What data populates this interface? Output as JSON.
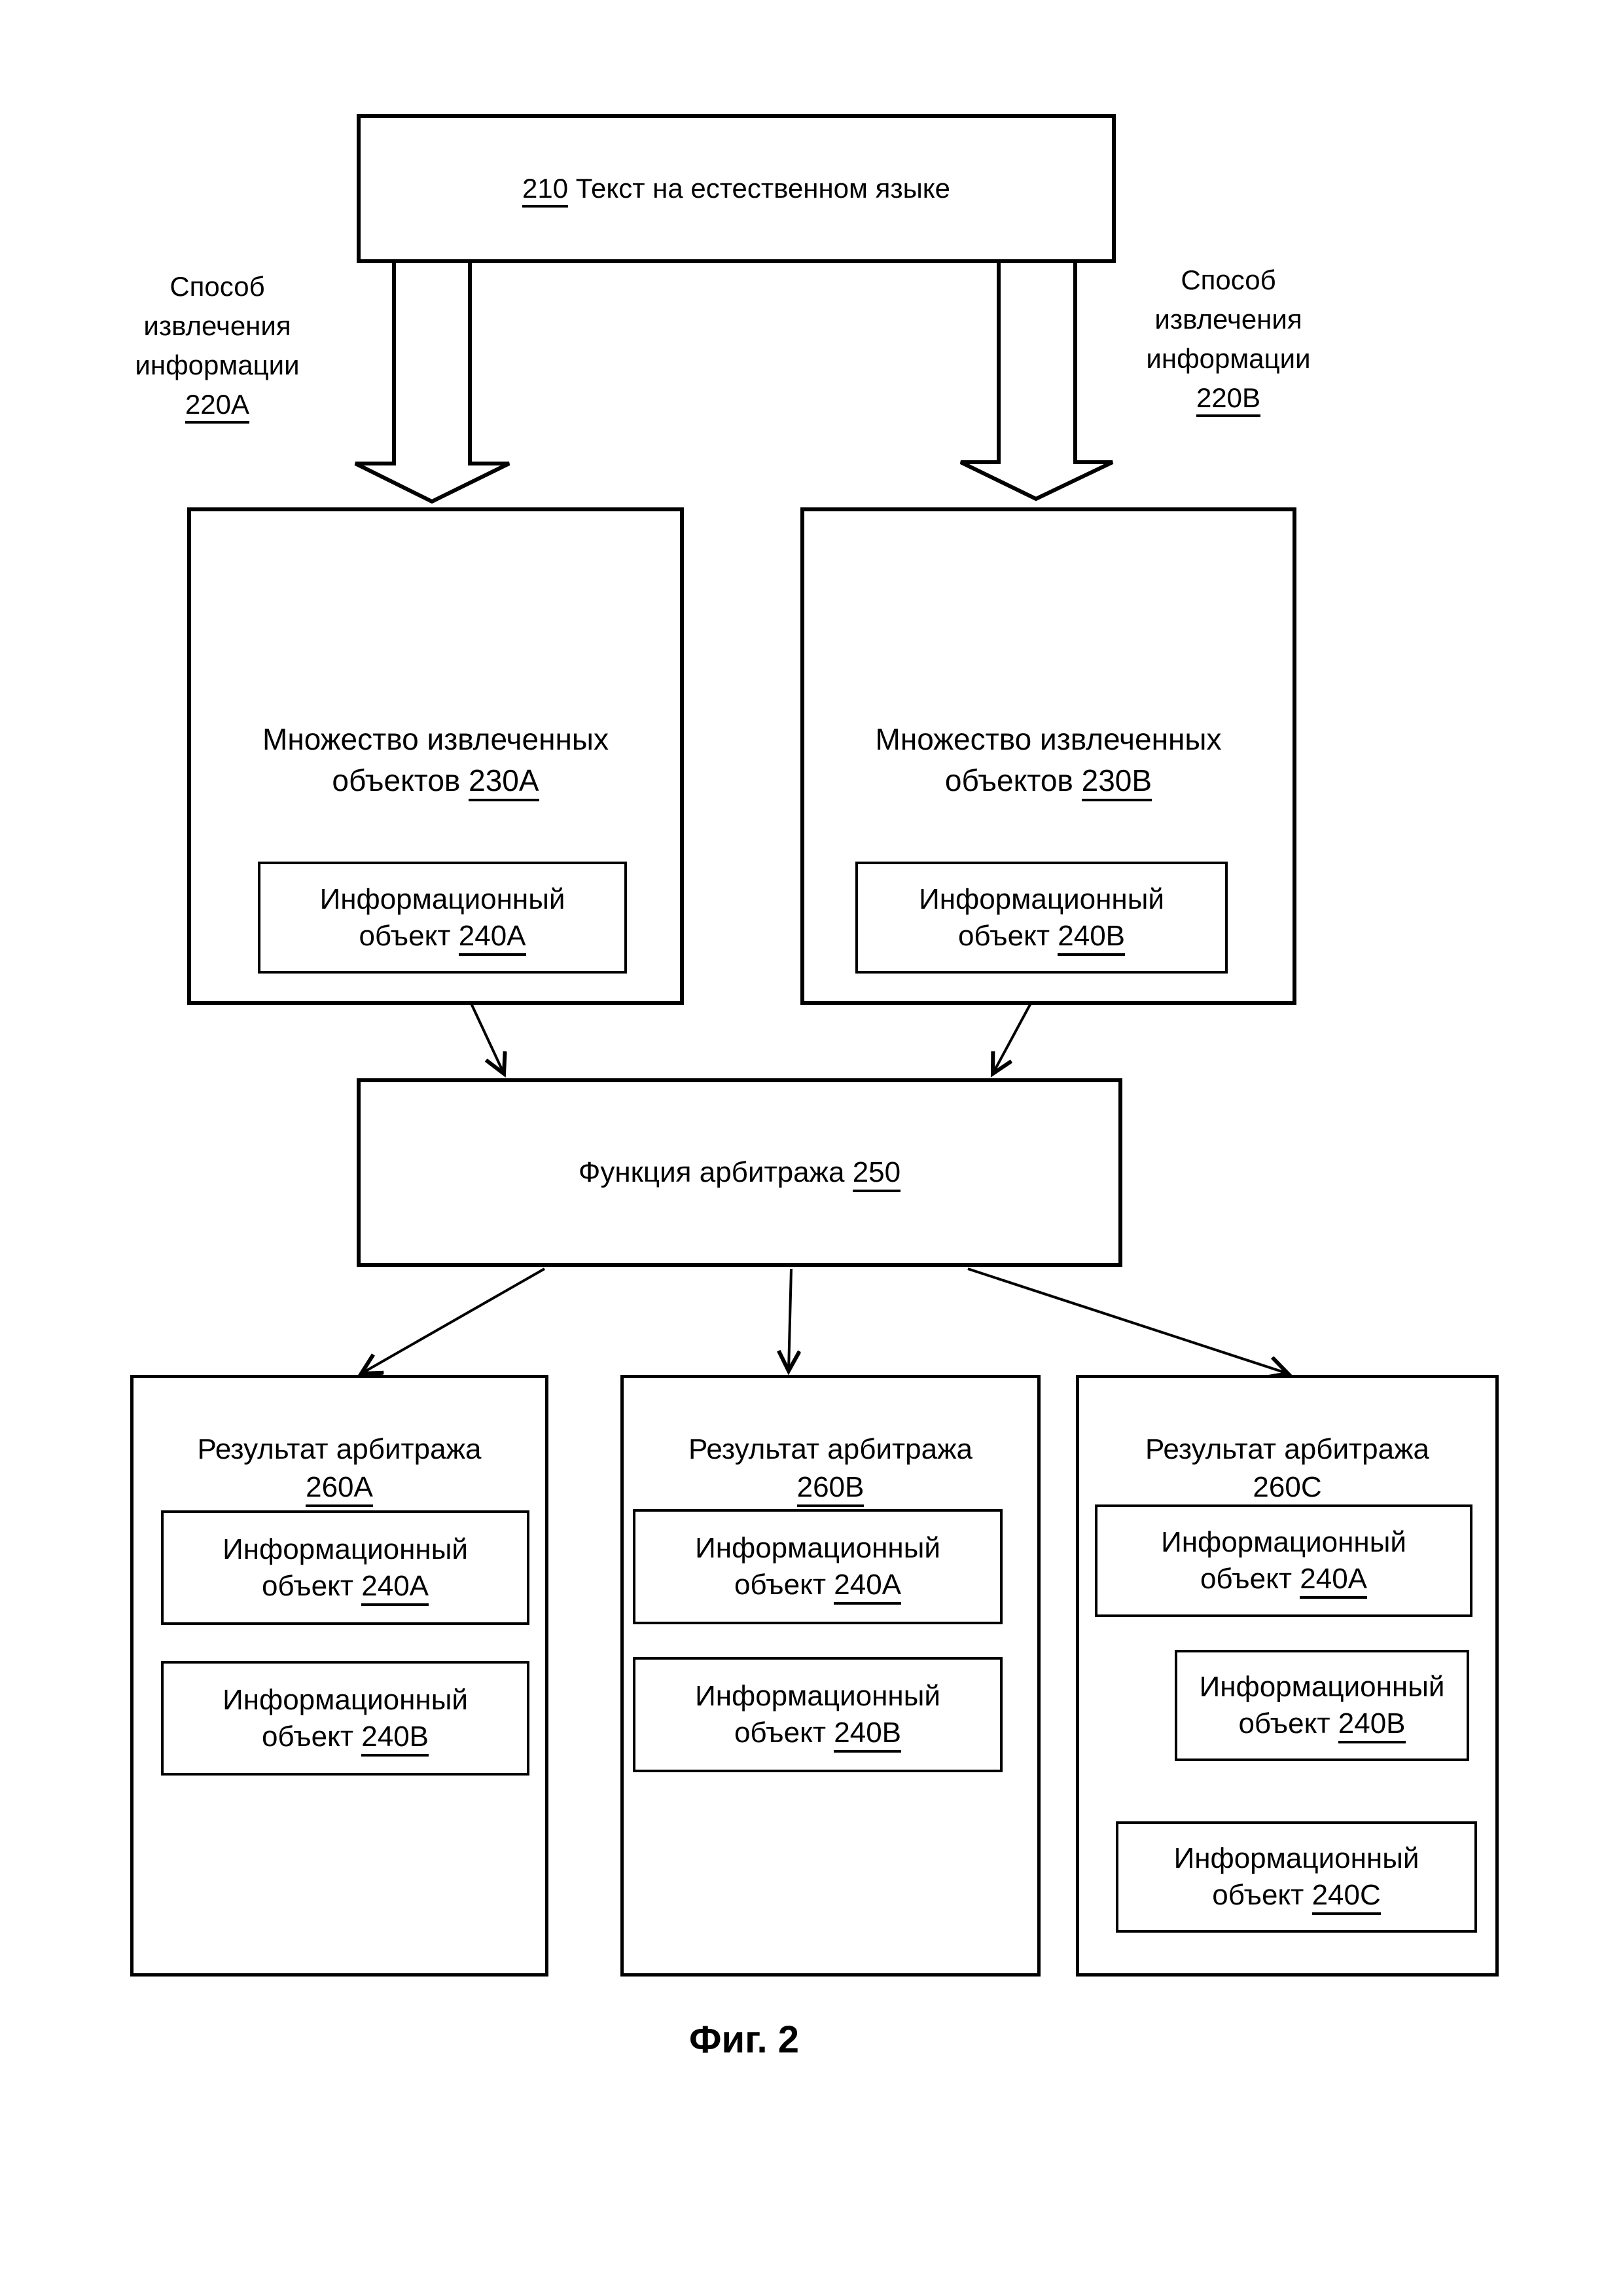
{
  "colors": {
    "ink": "#000000",
    "background": "#ffffff"
  },
  "caption": "Фиг. 2",
  "top_box": {
    "num": "210",
    "label": "Текст на естественном языке"
  },
  "method_a": {
    "line1": "Способ",
    "line2": "извлечения",
    "line3": "информации",
    "num": "220A"
  },
  "method_b": {
    "line1": "Способ",
    "line2": "извлечения",
    "line3": "информации",
    "num": "220B"
  },
  "set_a": {
    "title_line1": "Множество извлеченных",
    "title_line2": "объектов",
    "num": "230A",
    "object": {
      "line1": "Информационный",
      "line2": "объект",
      "num": "240A"
    }
  },
  "set_b": {
    "title_line1": "Множество извлеченных",
    "title_line2": "объектов",
    "num": "230B",
    "object": {
      "line1": "Информационный",
      "line2": "объект",
      "num": "240B"
    }
  },
  "arbitration": {
    "label": "Функция арбитража",
    "num": "250"
  },
  "result_a": {
    "title": "Результат арбитража",
    "num": "260A",
    "objects": [
      {
        "line1": "Информационный",
        "line2": "объект",
        "num": "240A",
        "crossed": false
      },
      {
        "line1": "Информационный",
        "line2": "объект",
        "num": "240B",
        "crossed": false
      }
    ]
  },
  "result_b": {
    "title": "Результат арбитража",
    "num": "260B",
    "objects": [
      {
        "line1": "Информационный",
        "line2": "объект",
        "num": "240A",
        "crossed": false
      },
      {
        "line1": "Информационный",
        "line2": "объект",
        "num": "240B",
        "crossed": true
      }
    ]
  },
  "result_c": {
    "title": "Результат арбитража",
    "num": "260C",
    "objects": [
      {
        "line1": "Информационный",
        "line2": "объект",
        "num": "240A",
        "crossed": false
      },
      {
        "line1": "Информационный",
        "line2": "объект",
        "num": "240B",
        "crossed": false
      },
      {
        "line1": "Информационный",
        "line2": "объект",
        "num": "240C",
        "crossed": false
      }
    ]
  }
}
